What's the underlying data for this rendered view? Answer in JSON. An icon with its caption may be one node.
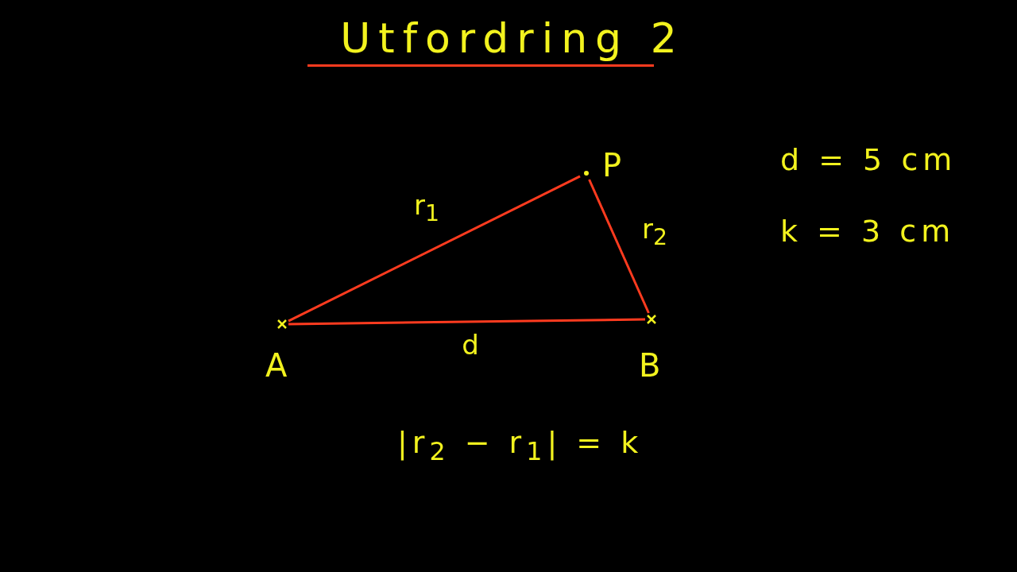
{
  "diagram": {
    "title": "Utfordring 2",
    "nodes": [
      {
        "text": [],
        "shape": "cross",
        "beside": [
          "A"
        ]
      },
      {
        "text": [],
        "shape": "cross",
        "beside": [
          "B"
        ]
      },
      {
        "text": [],
        "shape": "dot",
        "beside": [
          "P"
        ]
      }
    ],
    "edges": [
      {
        "from": 0,
        "to": 2,
        "arrow": "none",
        "label": "r$_{1}$"
      },
      {
        "from": 2,
        "to": 1,
        "arrow": "none",
        "label": "r$_{2}$"
      },
      {
        "from": 0,
        "to": 1,
        "arrow": "none",
        "label": "d"
      }
    ],
    "labels": [
      "d = 5 cm",
      "k = 3 cm",
      "|r$_{2}$ − r$_{1}$| = k"
    ]
  }
}
